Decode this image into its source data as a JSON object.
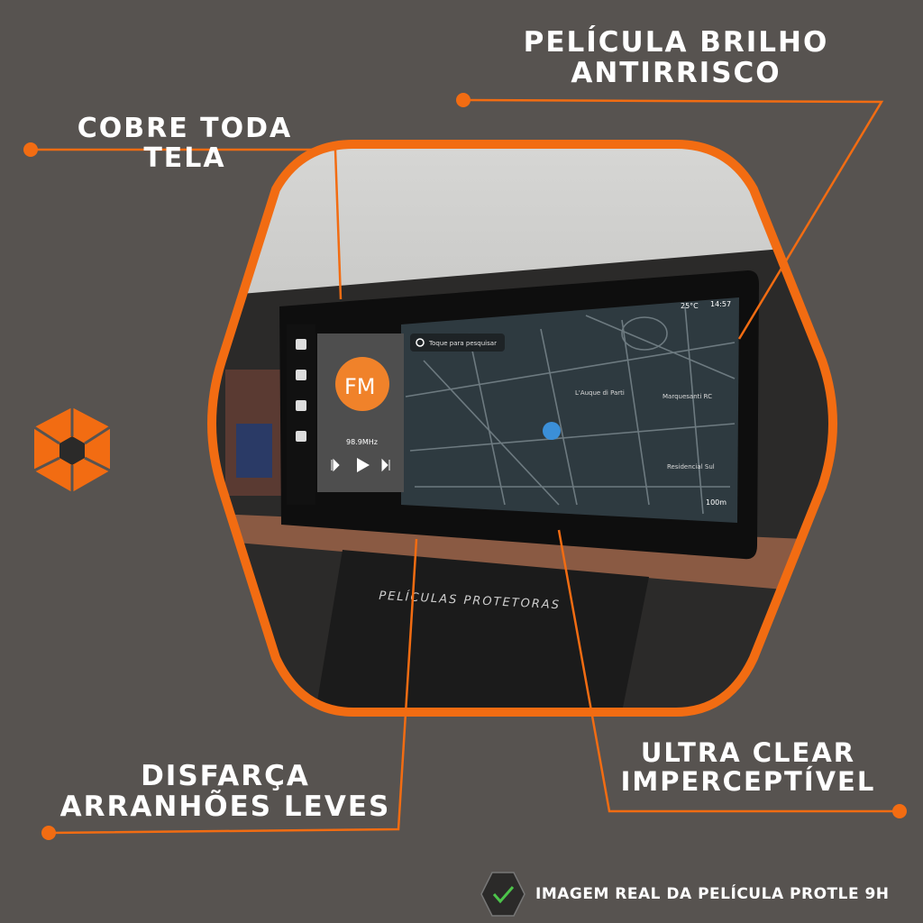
{
  "colors": {
    "accent": "#f26c12",
    "background": "#575350",
    "text": "#ffffff"
  },
  "labels": {
    "film_line1": "PELÍCULA BRILHO",
    "film_line2": "ANTIRRISCO",
    "cover": "COBRE TODA TELA",
    "scratch_line1": "DISFARÇA",
    "scratch_line2": "ARRANHÕES LEVES",
    "clear_line1": "ULTRA CLEAR",
    "clear_line2": "IMPERCEPTÍVEL"
  },
  "footer": {
    "text": "IMAGEM REAL DA PELÍCULA PROTLE 9H",
    "icon": "check-icon"
  },
  "brand_icon": "honeycomb-shield-icon",
  "screen": {
    "search_placeholder": "Toque para pesquisar",
    "radio_badge": "FM",
    "radio_frequency": "98.9MHz",
    "temperature": "25°C",
    "clock": "14:57",
    "places": [
      "L'Auque di Parti",
      "Marquesanti RC",
      "Residencial Sul"
    ],
    "scale": "100m"
  },
  "product_emblem": "PELÍCULAS PROTETORAS"
}
